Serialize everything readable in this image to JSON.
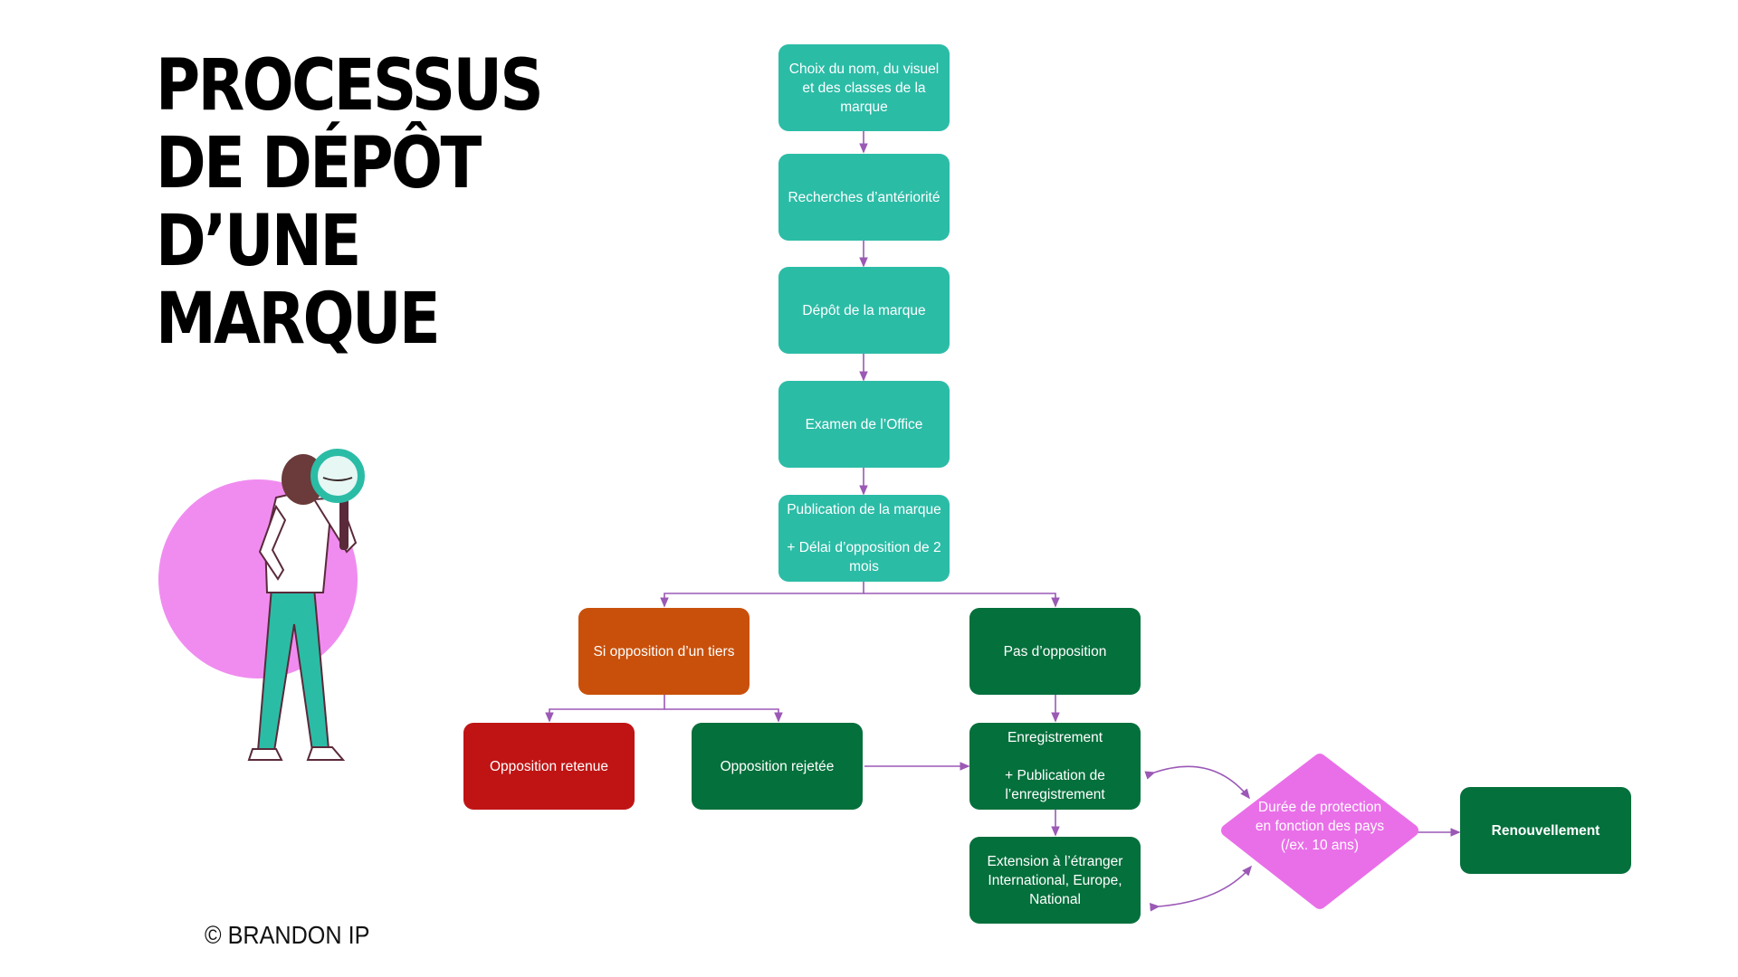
{
  "title": {
    "line1": "PROCESSUS",
    "line2": "DE DÉPÔT",
    "line3": "D’UNE",
    "line4": "MARQUE"
  },
  "copyright": "© BRANDON IP",
  "steps": {
    "choix": "Choix du nom, du visuel et des classes de la marque",
    "recherches": "Recherches d’antériorité",
    "depot": "Dépôt de la marque",
    "examen": "Examen de l’Office",
    "publication": "Publication de la marque\n\n+ Délai d’opposition de 2 mois",
    "opposition_tiers": "Si opposition d’un tiers",
    "pas_opposition": "Pas d’opposition",
    "opposition_retenue": "Opposition retenue",
    "opposition_rejetee": "Opposition rejetée",
    "enregistrement": "Enregistrement\n\n+ Publication de l’enregistrement",
    "extension": "Extension à l’étranger International, Europe, National",
    "duree": "Durée de protection en fonction des pays (/ex. 10 ans)",
    "renouvellement": "Renouvellement"
  },
  "colors": {
    "teal": "#2bbca6",
    "dark_green": "#04703c",
    "orange": "#c9500b",
    "red": "#c01414",
    "pink_diamond": "#e96fe8",
    "connector": "#9b59b6",
    "illustration_circle": "#f08cf0"
  }
}
